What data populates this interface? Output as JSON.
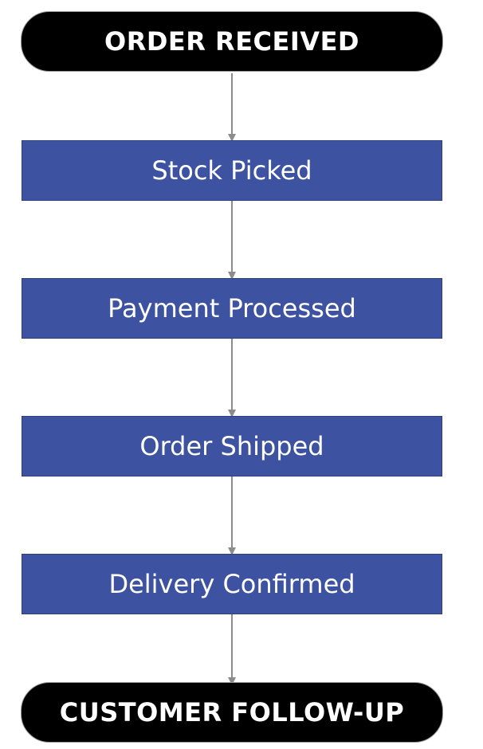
{
  "flow": {
    "start_label": "ORDER RECEIVED",
    "steps": [
      "Stock Picked",
      "Payment Processed",
      "Order Shipped",
      "Delivery Confirmed"
    ],
    "end_label": "CUSTOMER FOLLOW-UP"
  },
  "colors": {
    "terminal_fill": "#000000",
    "process_fill": "#3d52a0",
    "arrow": "#8c8c8c",
    "text": "#ffffff"
  }
}
